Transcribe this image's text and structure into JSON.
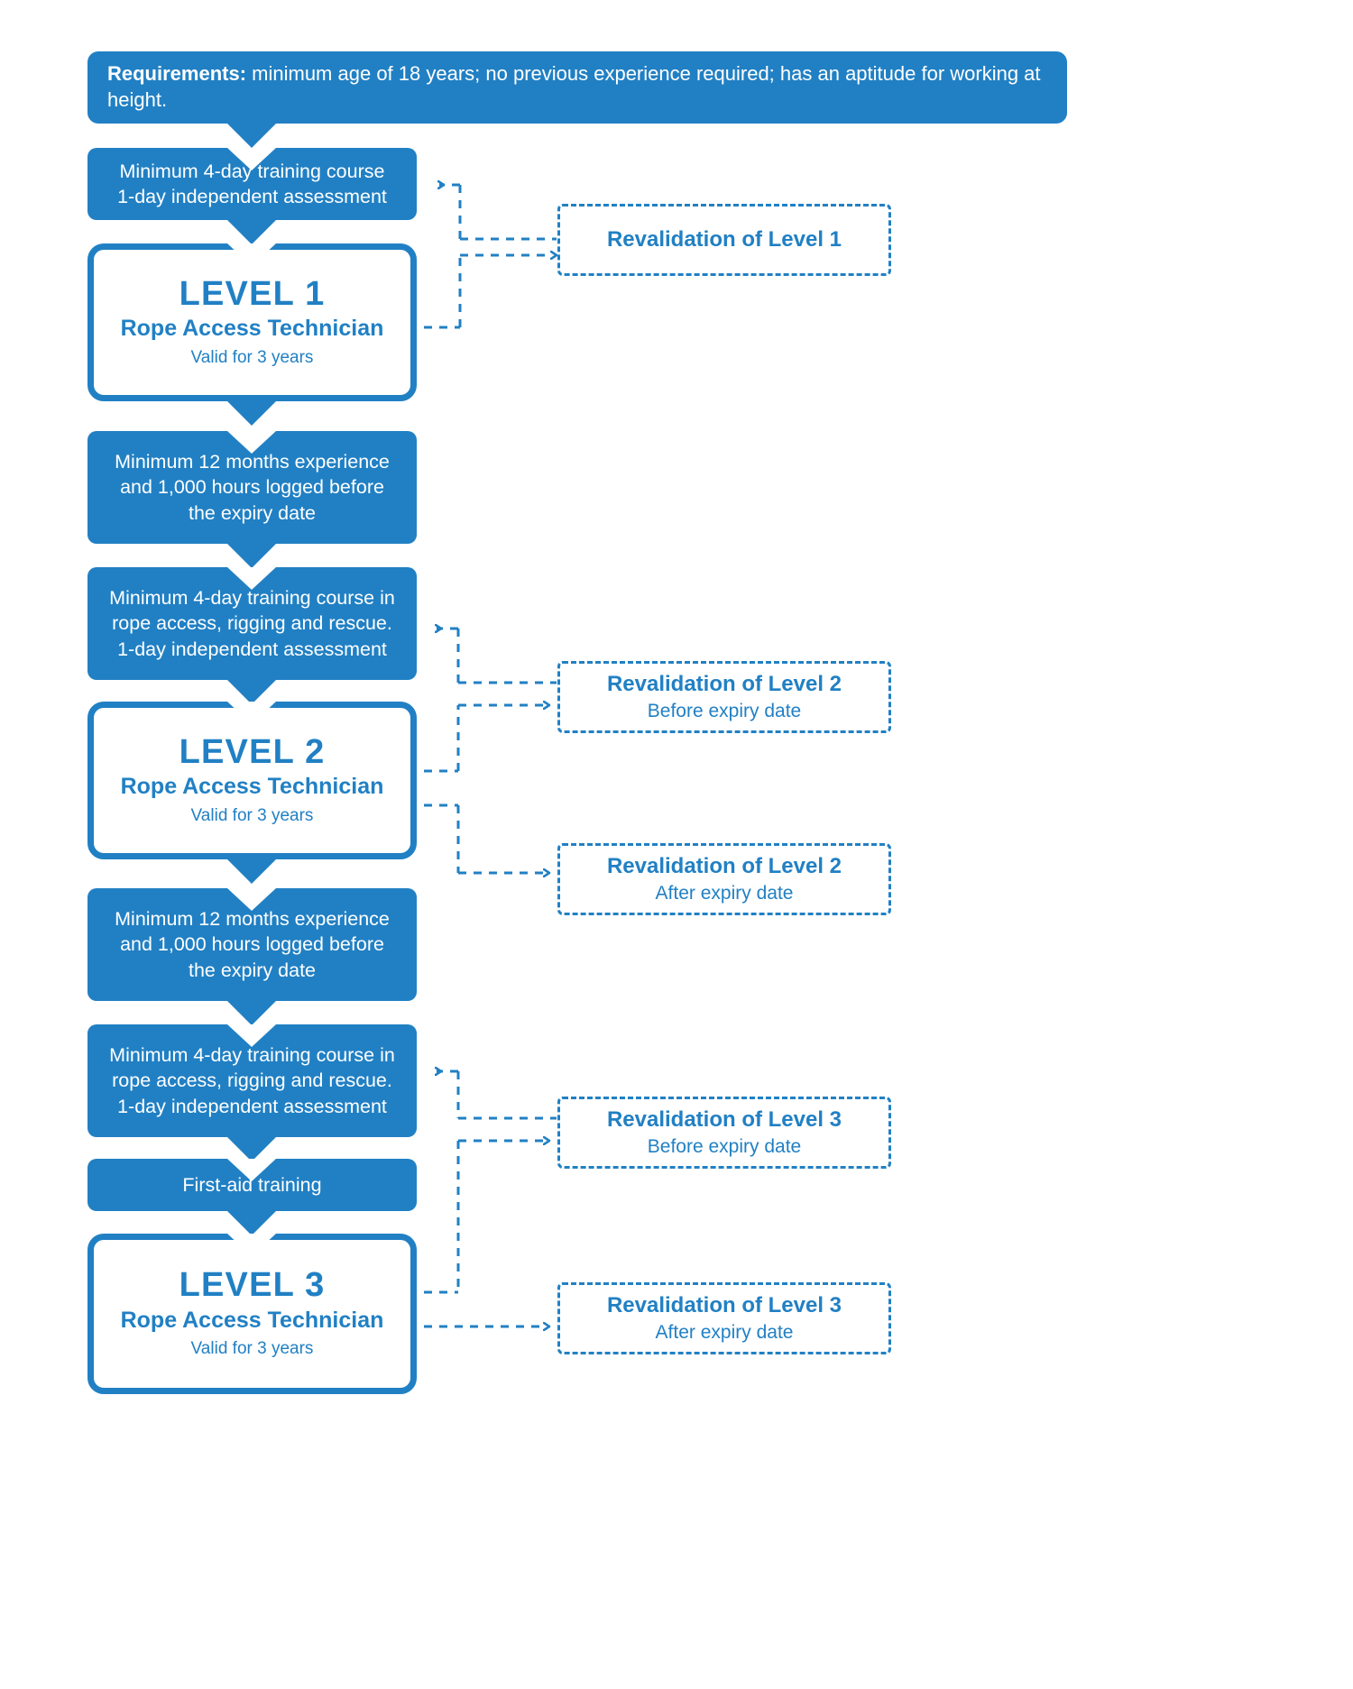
{
  "meta": {
    "accent_color": "#2180c4",
    "background_color": "#ffffff",
    "text_on_accent": "#ffffff"
  },
  "requirements": {
    "lead": "Requirements:",
    "text": " minimum age of 18 years; no previous experience required; has an aptitude for working at height."
  },
  "steps": {
    "level1_training": "Minimum 4-day training course\n1-day independent assessment",
    "level1_experience": "Minimum 12 months experience\nand 1,000 hours logged before\nthe expiry date",
    "level2_training": "Minimum 4-day training course in\nrope access, rigging and rescue.\n1-day independent assessment",
    "level2_experience": "Minimum 12 months experience\nand 1,000 hours logged before\nthe expiry date",
    "level3_training": "Minimum 4-day training course in\nrope access, rigging and rescue.\n1-day independent assessment",
    "level3_firstaid": "First-aid training"
  },
  "levels": [
    {
      "title": "LEVEL 1",
      "subtitle": "Rope Access Technician",
      "validity": "Valid for 3 years"
    },
    {
      "title": "LEVEL 2",
      "subtitle": "Rope Access Technician",
      "validity": "Valid for 3 years"
    },
    {
      "title": "LEVEL 3",
      "subtitle": "Rope Access Technician",
      "validity": "Valid for 3 years"
    }
  ],
  "revalidations": [
    {
      "title": "Revalidation of Level 1",
      "subtitle": ""
    },
    {
      "title": "Revalidation of Level 2",
      "subtitle": "Before expiry date"
    },
    {
      "title": "Revalidation of Level 2",
      "subtitle": "After expiry date"
    },
    {
      "title": "Revalidation of Level 3",
      "subtitle": "Before expiry date"
    },
    {
      "title": "Revalidation of Level 3",
      "subtitle": "After expiry date"
    }
  ]
}
